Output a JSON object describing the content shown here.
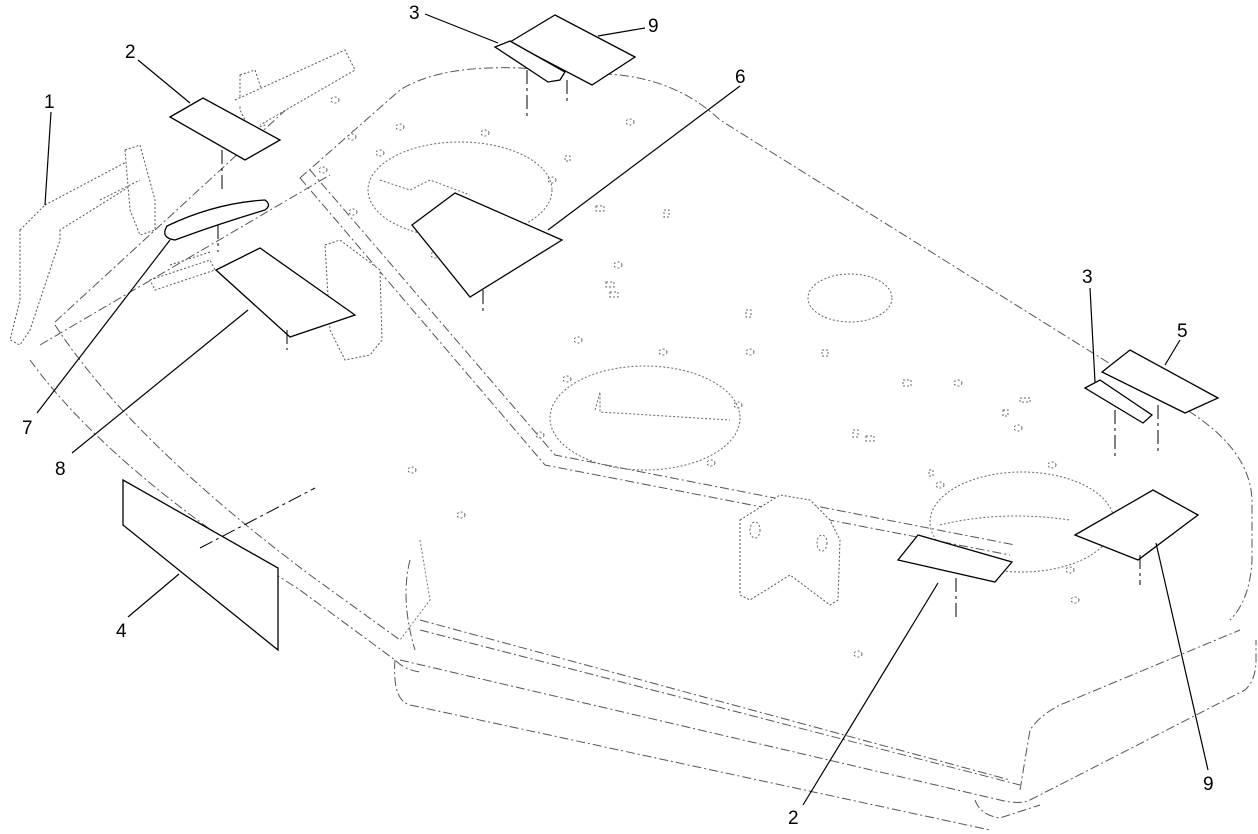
{
  "callouts": [
    {
      "id": "c1",
      "text": "1"
    },
    {
      "id": "c2a",
      "text": "2"
    },
    {
      "id": "c3a",
      "text": "3"
    },
    {
      "id": "c9a",
      "text": "9"
    },
    {
      "id": "c6",
      "text": "6"
    },
    {
      "id": "c3b",
      "text": "3"
    },
    {
      "id": "c5",
      "text": "5"
    },
    {
      "id": "c7",
      "text": "7"
    },
    {
      "id": "c8",
      "text": "8"
    },
    {
      "id": "c4",
      "text": "4"
    },
    {
      "id": "c2b",
      "text": "2"
    },
    {
      "id": "c9b",
      "text": "9"
    }
  ]
}
